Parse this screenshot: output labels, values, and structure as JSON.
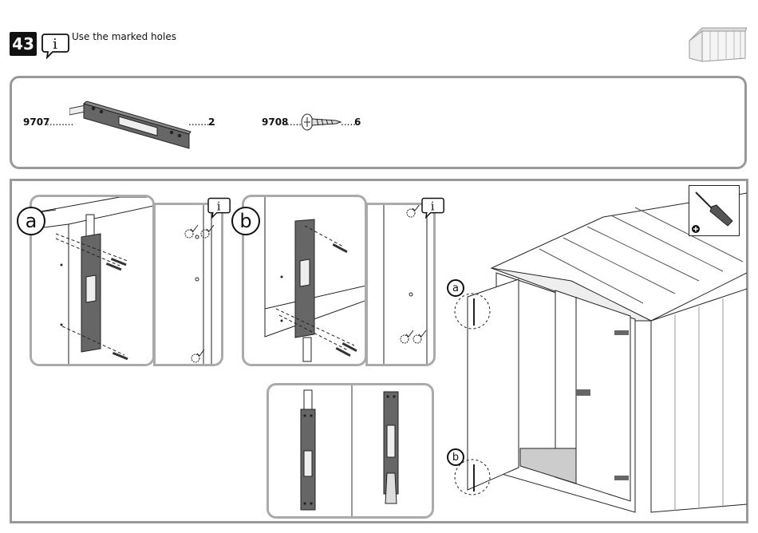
{
  "step": {
    "number": "43",
    "instruction": "Use the marked holes"
  },
  "parts": [
    {
      "code": "9707",
      "qty": "2"
    },
    {
      "code": "9708",
      "qty": "6"
    }
  ],
  "detail_labels": {
    "a": "a",
    "b": "b"
  },
  "info_glyph": "i",
  "icons": [
    "info-icon",
    "shed-thumbnail-icon",
    "screwdriver-tool-icon"
  ]
}
